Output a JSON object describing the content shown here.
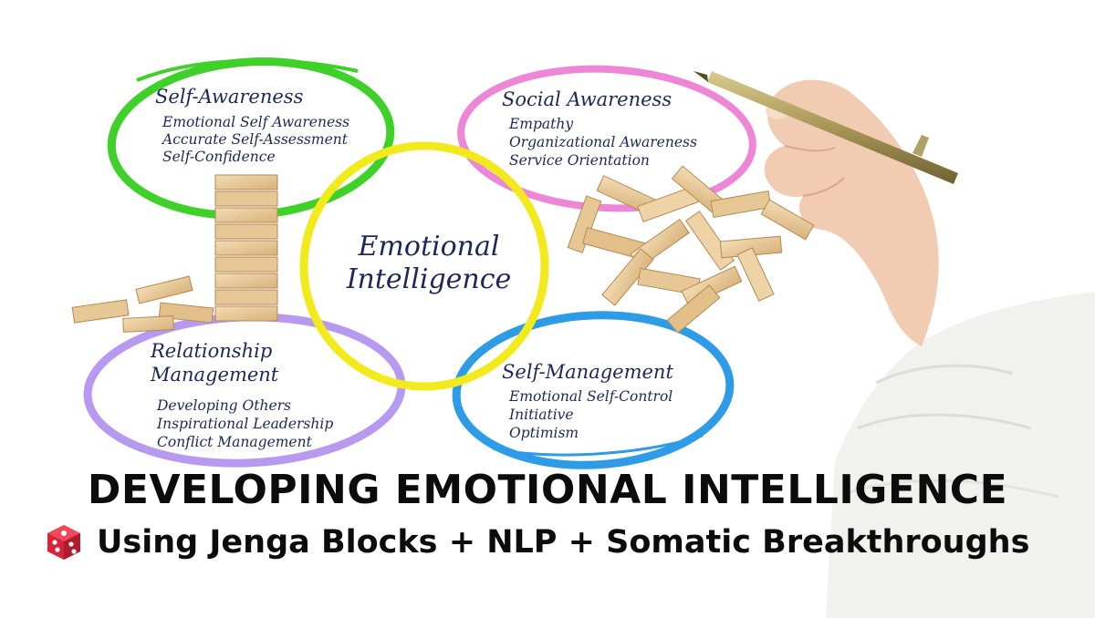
{
  "colors": {
    "self_awareness": "#3fd12a",
    "social_awareness": "#ee86d8",
    "emotional_intelligence": "#f2ea1c",
    "relationship_management": "#b79af0",
    "self_management": "#2e9be6",
    "handwriting": "#1c2857"
  },
  "diagram": {
    "center": {
      "line1": "Emotional",
      "line2": "Intelligence"
    },
    "self_awareness": {
      "title": "Self-Awareness",
      "items": [
        "Emotional Self Awareness",
        "Accurate Self-Assessment",
        "Self-Confidence"
      ]
    },
    "social_awareness": {
      "title": "Social Awareness",
      "items": [
        "Empathy",
        "Organizational Awareness",
        "Service Orientation"
      ]
    },
    "relationship_management": {
      "title_line1": "Relationship",
      "title_line2": "Management",
      "items": [
        "Developing Others",
        "Inspirational Leadership",
        "Conflict Management"
      ]
    },
    "self_management": {
      "title": "Self-Management",
      "items": [
        "Emotional Self-Control",
        "Initiative",
        "Optimism"
      ]
    }
  },
  "banner": {
    "title": "DEVELOPING EMOTIONAL INTELLIGENCE",
    "subtitle": "Using Jenga Blocks + NLP + Somatic Breakthroughs",
    "subtitle_icon": "dice-icon"
  }
}
